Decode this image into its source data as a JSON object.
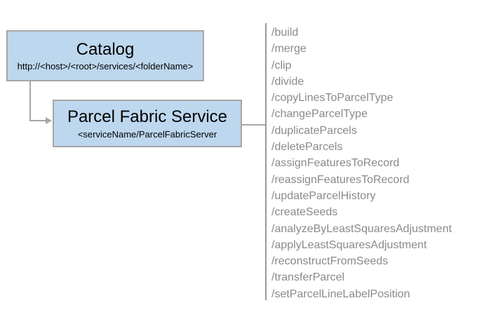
{
  "diagram": {
    "catalog": {
      "title": "Catalog",
      "subtitle": "http://<host>/<root>/services/<folderName>"
    },
    "parcel_service": {
      "title": "Parcel Fabric Service",
      "subtitle": "<serviceName/ParcelFabricServer"
    }
  },
  "endpoints": {
    "items": [
      "/build",
      "/merge",
      "/clip",
      "/divide",
      "/copyLinesToParcelType",
      "/changeParcelType",
      "/duplicateParcels",
      "/deleteParcels",
      "/assignFeaturesToRecord",
      "/reassignFeaturesToRecord",
      "/updateParcelHistory",
      "/createSeeds",
      "/analyzeByLeastSquaresAdjustment",
      "/applyLeastSquaresAdjustment",
      "/reconstructFromSeeds",
      "/transferParcel",
      "/setParcelLineLabelPosition"
    ]
  },
  "colors": {
    "box_fill": "#BDD7EE",
    "box_border": "#A6A6A6",
    "connector": "#A6A6A6",
    "divider": "#999999",
    "endpoint_text": "#8A8A8A",
    "box_text": "#000000",
    "background": "#FFFFFF"
  }
}
